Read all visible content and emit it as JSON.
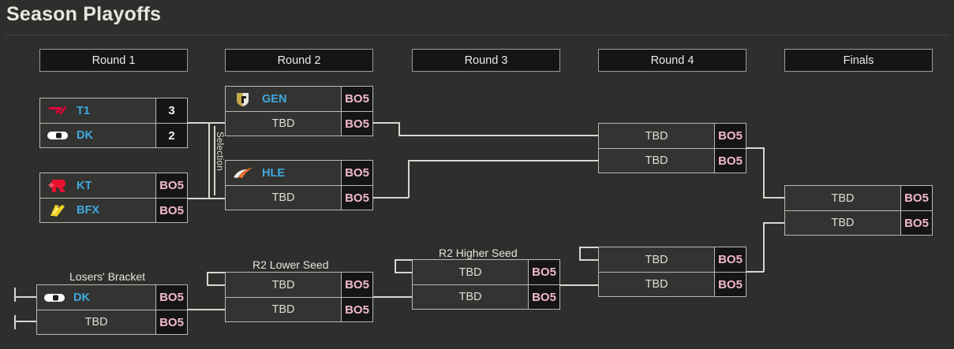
{
  "header": {
    "title": "Season Playoffs"
  },
  "rounds": [
    {
      "label": "Round 1"
    },
    {
      "label": "Round 2"
    },
    {
      "label": "Round 3"
    },
    {
      "label": "Round 4"
    },
    {
      "label": "Finals"
    }
  ],
  "labels": {
    "selection": "Selection",
    "losers_bracket": "Losers' Bracket",
    "r2_lower_seed": "R2 Lower Seed",
    "r2_higher_seed": "R2 Higher Seed"
  },
  "colors": {
    "background": "#2e2e2c",
    "row_background": "#333331",
    "score_background": "#151515",
    "border": "#b9b8b4",
    "team_link": "#3fa9e0",
    "bo_text": "#f2b9cd",
    "title_text": "#e8e6e0",
    "connector": "#d7d6d2"
  },
  "matches": {
    "r1_m1": {
      "rows": [
        {
          "team": "T1",
          "logo": "t1-logo",
          "score": "3",
          "score_type": "num",
          "linked": true
        },
        {
          "team": "DK",
          "logo": "dk-logo",
          "score": "2",
          "score_type": "num",
          "linked": true
        }
      ]
    },
    "r1_m2": {
      "rows": [
        {
          "team": "KT",
          "logo": "kt-logo",
          "score": "BO5",
          "score_type": "bo",
          "linked": true
        },
        {
          "team": "BFX",
          "logo": "bfx-logo",
          "score": "BO5",
          "score_type": "bo",
          "linked": true
        }
      ]
    },
    "r2_m1": {
      "rows": [
        {
          "team": "GEN",
          "logo": "gen-logo",
          "score": "BO5",
          "score_type": "bo",
          "linked": true
        },
        {
          "team": "TBD",
          "logo": "",
          "score": "BO5",
          "score_type": "bo",
          "linked": false
        }
      ]
    },
    "r2_m2": {
      "rows": [
        {
          "team": "HLE",
          "logo": "hle-logo",
          "score": "BO5",
          "score_type": "bo",
          "linked": true
        },
        {
          "team": "TBD",
          "logo": "",
          "score": "BO5",
          "score_type": "bo",
          "linked": false
        }
      ]
    },
    "r4_upper": {
      "rows": [
        {
          "team": "TBD",
          "logo": "",
          "score": "BO5",
          "score_type": "bo",
          "linked": false
        },
        {
          "team": "TBD",
          "logo": "",
          "score": "BO5",
          "score_type": "bo",
          "linked": false
        }
      ]
    },
    "finals": {
      "rows": [
        {
          "team": "TBD",
          "logo": "",
          "score": "BO5",
          "score_type": "bo",
          "linked": false
        },
        {
          "team": "TBD",
          "logo": "",
          "score": "BO5",
          "score_type": "bo",
          "linked": false
        }
      ]
    },
    "losers_m1": {
      "rows": [
        {
          "team": "DK",
          "logo": "dk-logo",
          "score": "BO5",
          "score_type": "bo",
          "linked": true
        },
        {
          "team": "TBD",
          "logo": "",
          "score": "BO5",
          "score_type": "bo",
          "linked": false
        }
      ]
    },
    "r2_lower": {
      "rows": [
        {
          "team": "TBD",
          "logo": "",
          "score": "BO5",
          "score_type": "bo",
          "linked": false
        },
        {
          "team": "TBD",
          "logo": "",
          "score": "BO5",
          "score_type": "bo",
          "linked": false
        }
      ]
    },
    "r2_higher": {
      "rows": [
        {
          "team": "TBD",
          "logo": "",
          "score": "BO5",
          "score_type": "bo",
          "linked": false
        },
        {
          "team": "TBD",
          "logo": "",
          "score": "BO5",
          "score_type": "bo",
          "linked": false
        }
      ]
    },
    "r4_lower": {
      "rows": [
        {
          "team": "TBD",
          "logo": "",
          "score": "BO5",
          "score_type": "bo",
          "linked": false
        },
        {
          "team": "TBD",
          "logo": "",
          "score": "BO5",
          "score_type": "bo",
          "linked": false
        }
      ]
    }
  }
}
